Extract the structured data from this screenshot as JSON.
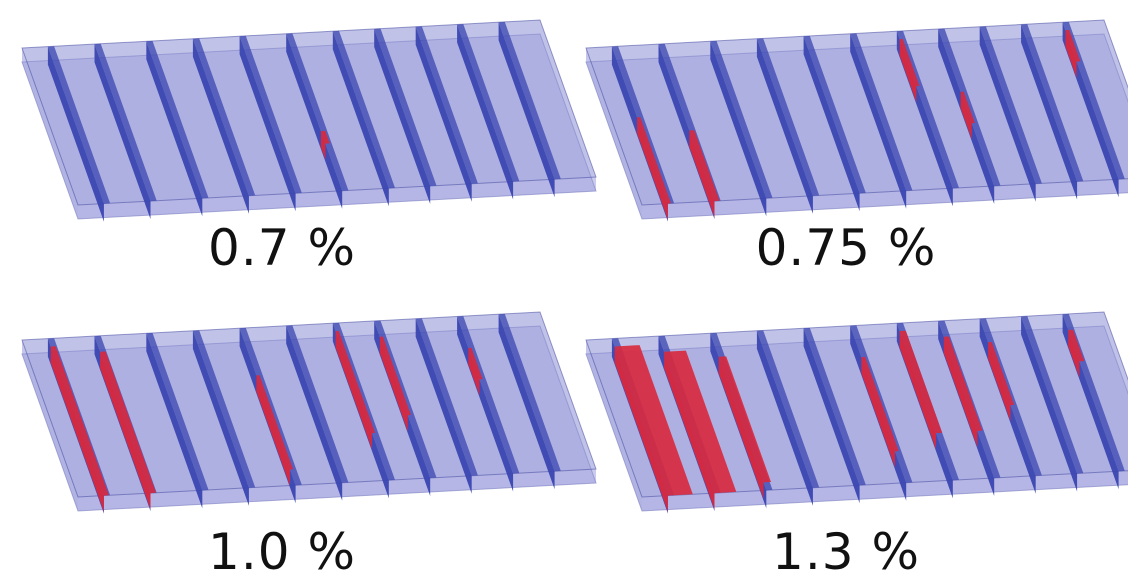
{
  "panels": [
    {
      "label": "0.7 %",
      "damage_level": 0.7
    },
    {
      "label": "0.75 %",
      "damage_level": 0.75
    },
    {
      "label": "1.0 %",
      "damage_level": 1.0
    },
    {
      "label": "1.3 %",
      "damage_level": 1.3
    }
  ],
  "colors": {
    "slab": "#8c8fd6",
    "stiffener": "#3a46b0",
    "damage": "#d9283c",
    "outline": "#3a3f9a"
  }
}
